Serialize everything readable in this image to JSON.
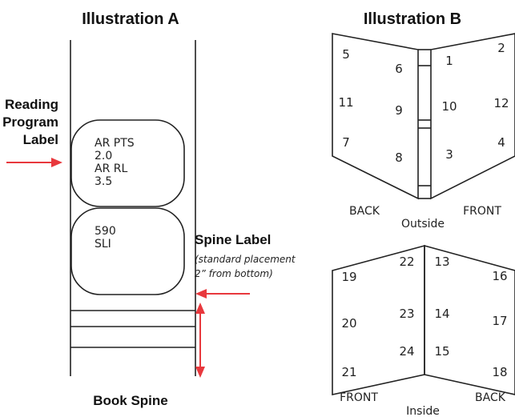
{
  "illustration_a": {
    "title": "Illustration A",
    "reading_label_title": [
      "Reading",
      "Program",
      "Label"
    ],
    "reading_label_text": [
      "AR PTS",
      "2.0",
      "AR RL",
      "3.5"
    ],
    "spine_label_text": [
      "590",
      "SLI"
    ],
    "spine_label_title": "Spine Label",
    "spine_label_note": [
      "(standard placement",
      " 2” from bottom)"
    ],
    "caption": "Book Spine"
  },
  "illustration_b": {
    "title": "Illustration B",
    "outside": {
      "page_numbers": [
        "5",
        "6",
        "1",
        "2",
        "11",
        "9",
        "10",
        "12",
        "7",
        "8",
        "3",
        "4"
      ],
      "left_label": "BACK",
      "center_label": "Outside",
      "right_label": "FRONT"
    },
    "inside": {
      "page_numbers": [
        "22",
        "13",
        "19",
        "16",
        "23",
        "14",
        "20",
        "17",
        "24",
        "15",
        "21",
        "18"
      ],
      "left_label": "FRONT",
      "center_label": "Inside",
      "right_label": "BACK"
    }
  },
  "colors": {
    "arrow": "#e8383d",
    "line": "#222222"
  }
}
